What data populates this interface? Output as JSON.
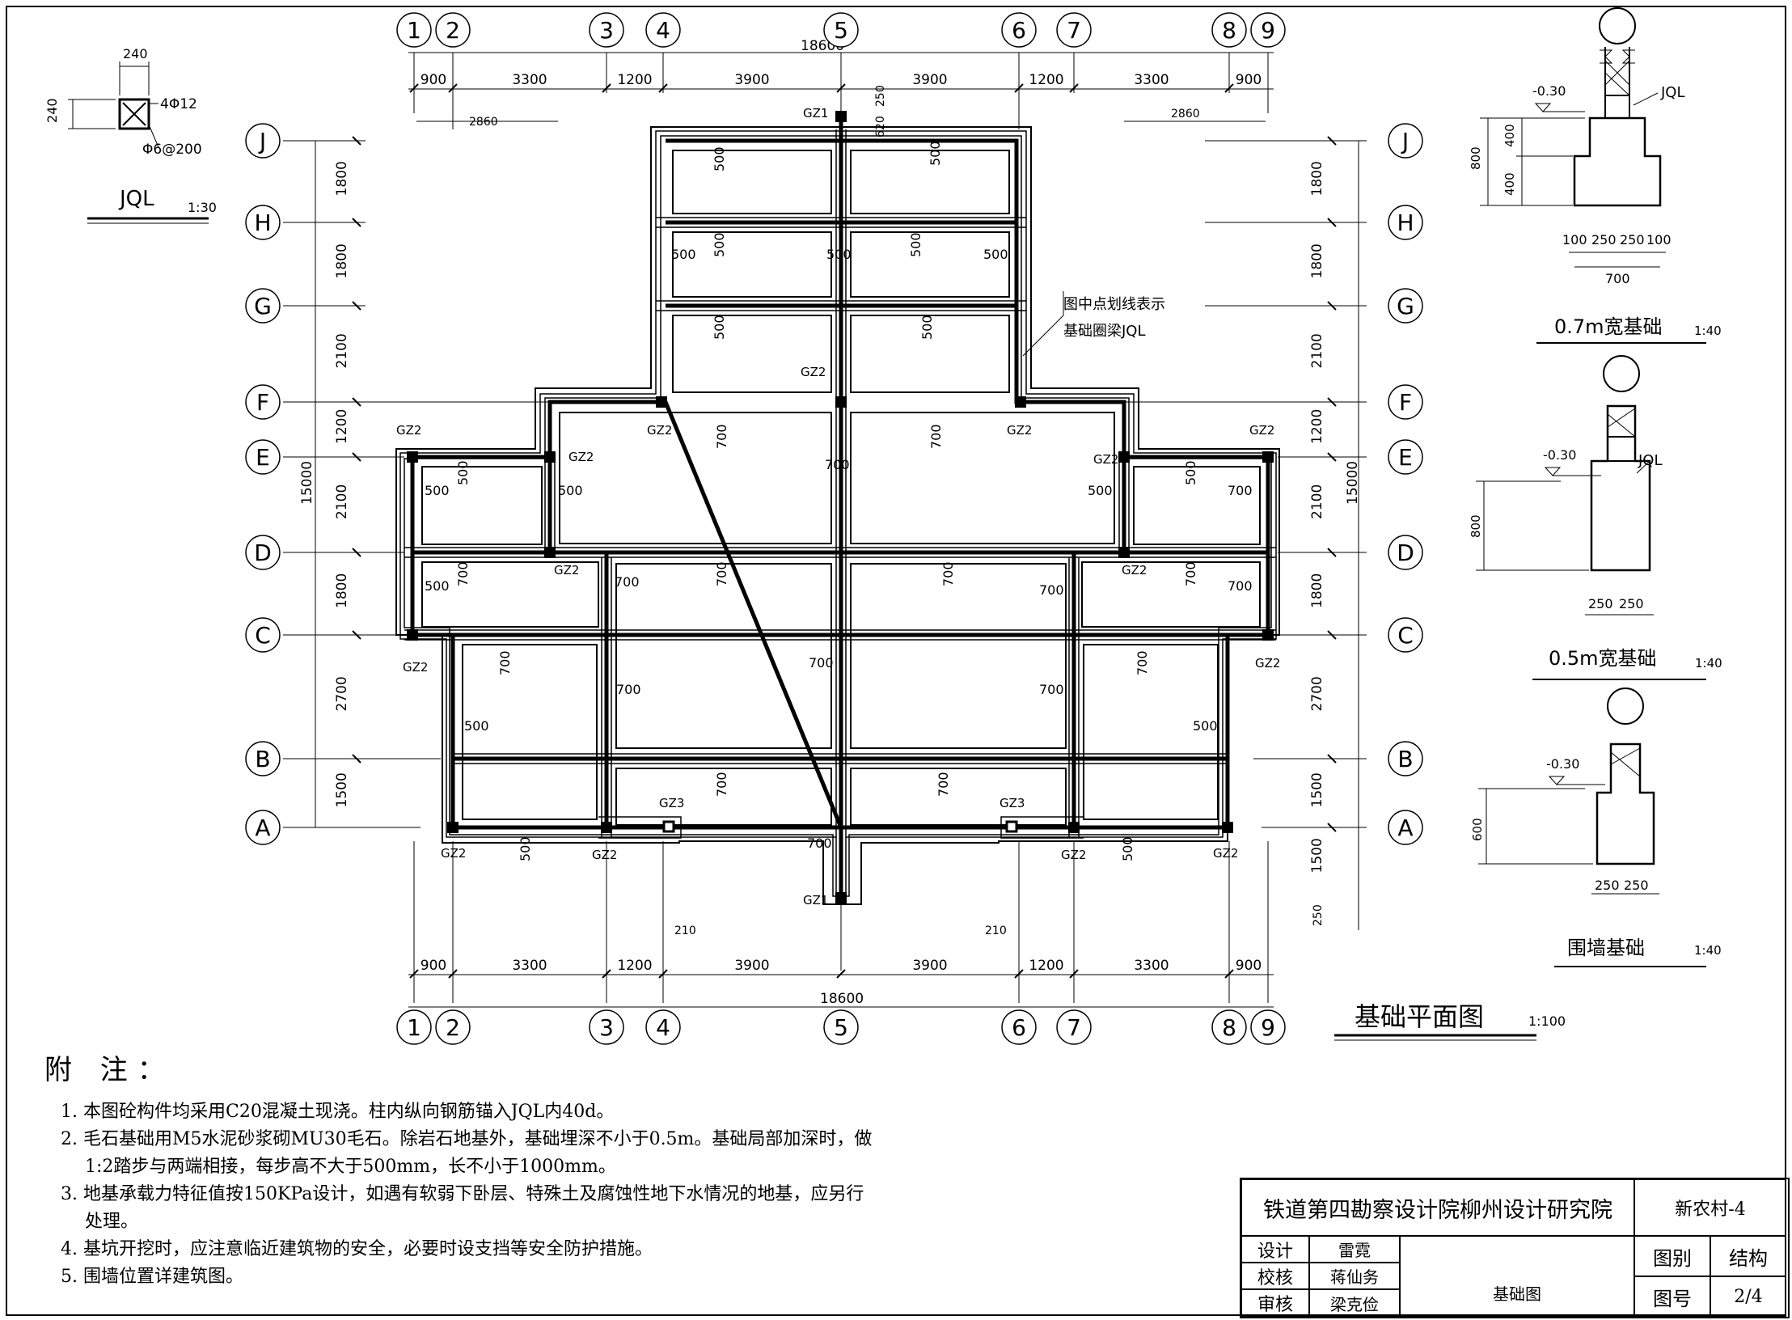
{
  "jql": {
    "title": "JQL",
    "scale": "1:30",
    "dim_w": "240",
    "dim_h": "240",
    "rebar_main": "4Φ12",
    "rebar_stirrup": "Φ6@200"
  },
  "plan": {
    "title": "基础平面图",
    "scale": "1:100",
    "axis_top": [
      "1",
      "2",
      "3",
      "4",
      "5",
      "6",
      "7",
      "8",
      "9"
    ],
    "axis_rows": [
      "J",
      "H",
      "G",
      "F",
      "E",
      "D",
      "C",
      "B",
      "A"
    ],
    "dims_top": [
      "900",
      "3300",
      "1200",
      "3900",
      "3900",
      "1200",
      "3300",
      "900"
    ],
    "total_width": "18600",
    "dims_left": [
      "1800",
      "1800",
      "2100",
      "1200",
      "2100",
      "1800",
      "2700",
      "1500"
    ],
    "dims_right": [
      "1800",
      "1800",
      "2100",
      "1200",
      "2100",
      "1800",
      "2700",
      "1500",
      "1500"
    ],
    "total_height": "15000",
    "sub_dim": "2860",
    "small_dims": [
      "620",
      "250",
      "210",
      "250"
    ],
    "annotation_line1": "图中点划线表示",
    "annotation_line2": "基础圈梁JQL",
    "col_gz1": "GZ1",
    "col_gz2": "GZ2",
    "col_gz3": "GZ3",
    "w500": "500",
    "w700": "700"
  },
  "details": [
    {
      "title": "0.7m宽基础",
      "scale": "1:40",
      "level": "-0.30",
      "jql": "JQL",
      "dims_v": [
        "400",
        "400"
      ],
      "total_v": "800",
      "dims_h": [
        "100",
        "250",
        "250",
        "100"
      ],
      "total_h": "700"
    },
    {
      "title": "0.5m宽基础",
      "scale": "1:40",
      "level": "-0.30",
      "jql": "JQL",
      "total_v": "800",
      "dims_h": [
        "250",
        "250"
      ]
    },
    {
      "title": "围墙基础",
      "scale": "1:40",
      "level": "-0.30",
      "total_v": "600",
      "dims_h": [
        "250",
        "250"
      ]
    }
  ],
  "notes": {
    "heading": "附  注：",
    "items": [
      "1. 本图砼构件均采用C20混凝土现浇。柱内纵向钢筋锚入JQL内40d。",
      "2. 毛石基础用M5水泥砂浆砌MU30毛石。除岩石地基外，基础埋深不小于0.5m。基础局部加深时，做1:2踏步与两端相接，每步高不大于500mm，长不小于1000mm。",
      "3. 地基承载力特征值按150KPa设计，如遇有软弱下卧层、特殊土及腐蚀性地下水情况的地基，应另行处理。",
      "4. 基坑开挖时，应注意临近建筑物的安全，必要时设支挡等安全防护措施。",
      "5. 围墙位置详建筑图。"
    ]
  },
  "titleblock": {
    "company": "铁道第四勘察设计院柳州设计研究院",
    "project": "新农村-4",
    "design_label": "设计",
    "design_name": "雷霓",
    "check_label": "校核",
    "check_name": "蒋仙务",
    "review_label": "审核",
    "review_name": "梁克俭",
    "drawing_name": "基础图",
    "cat_label": "图别",
    "cat_value": "结构",
    "num_label": "图号",
    "num_value": "2/4"
  }
}
